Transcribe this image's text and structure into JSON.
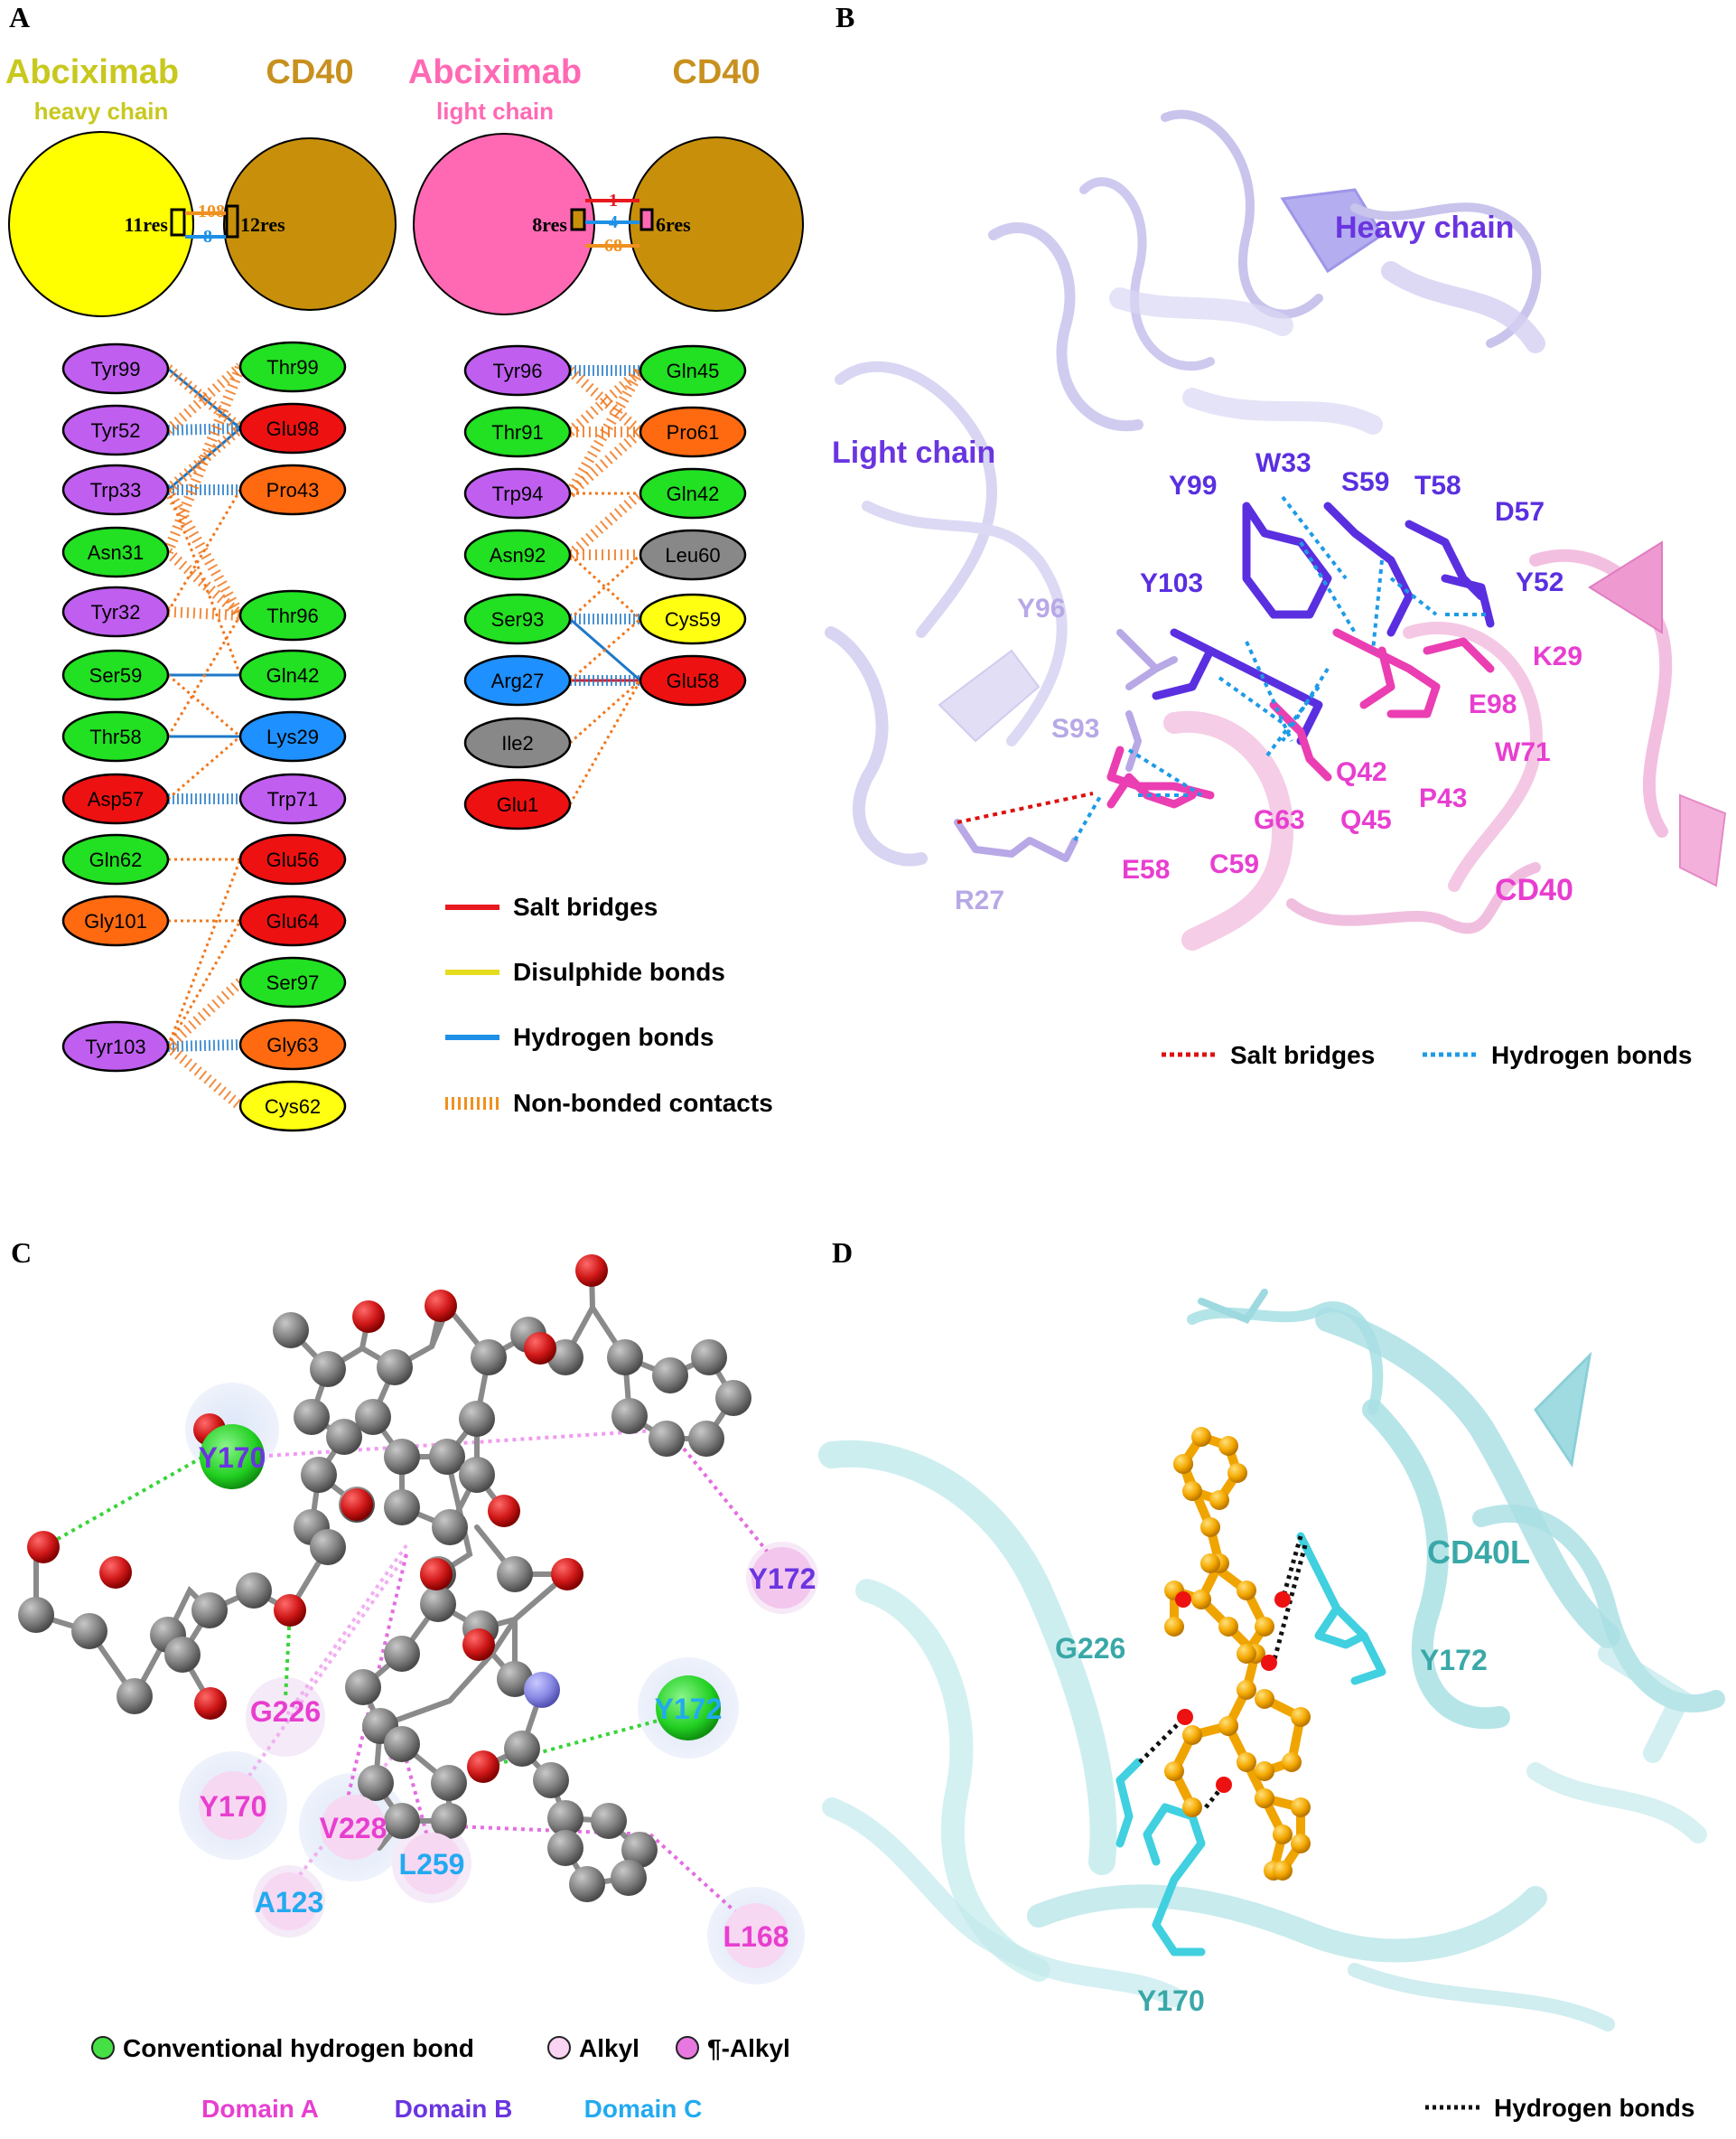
{
  "panels": {
    "A": {
      "label": "A",
      "left_group": {
        "title": "Abciximab",
        "subtitle": "heavy chain",
        "partner": "CD40",
        "left_res": "11res",
        "right_res": "12res",
        "counts": [
          "108",
          "8"
        ]
      },
      "right_group": {
        "title": "Abciximab",
        "subtitle": "light chain",
        "partner": "CD40",
        "left_res": "8res",
        "right_res": "6res",
        "counts": [
          "1",
          "4",
          "68"
        ]
      },
      "heavy_left": [
        {
          "name": "Tyr99",
          "color": "#c05ef0"
        },
        {
          "name": "Tyr52",
          "color": "#c05ef0"
        },
        {
          "name": "Trp33",
          "color": "#c05ef0"
        },
        {
          "name": "Asn31",
          "color": "#22e022"
        },
        {
          "name": "Tyr32",
          "color": "#c05ef0"
        },
        {
          "name": "Ser59",
          "color": "#22e022"
        },
        {
          "name": "Thr58",
          "color": "#22e022"
        },
        {
          "name": "Asp57",
          "color": "#ee1111"
        },
        {
          "name": "Gln62",
          "color": "#22e022"
        },
        {
          "name": "Gly101",
          "color": "#ff6a11"
        },
        {
          "name": "Tyr103",
          "color": "#c05ef0"
        }
      ],
      "heavy_right": [
        {
          "name": "Thr99",
          "color": "#22e022"
        },
        {
          "name": "Glu98",
          "color": "#ee1111"
        },
        {
          "name": "Pro43",
          "color": "#ff6a11"
        },
        {
          "name": "Thr96",
          "color": "#22e022"
        },
        {
          "name": "Gln42",
          "color": "#22e022"
        },
        {
          "name": "Lys29",
          "color": "#1e90ff"
        },
        {
          "name": "Trp71",
          "color": "#c05ef0"
        },
        {
          "name": "Glu56",
          "color": "#ee1111"
        },
        {
          "name": "Glu64",
          "color": "#ee1111"
        },
        {
          "name": "Ser97",
          "color": "#22e022"
        },
        {
          "name": "Gly63",
          "color": "#ff6a11"
        },
        {
          "name": "Cys62",
          "color": "#ffff11"
        }
      ],
      "light_left": [
        {
          "name": "Tyr96",
          "color": "#c05ef0"
        },
        {
          "name": "Thr91",
          "color": "#22e022"
        },
        {
          "name": "Trp94",
          "color": "#c05ef0"
        },
        {
          "name": "Asn92",
          "color": "#22e022"
        },
        {
          "name": "Ser93",
          "color": "#22e022"
        },
        {
          "name": "Arg27",
          "color": "#1e90ff"
        },
        {
          "name": "Ile2",
          "color": "#888888"
        },
        {
          "name": "Glu1",
          "color": "#ee1111"
        }
      ],
      "light_right": [
        {
          "name": "Gln45",
          "color": "#22e022"
        },
        {
          "name": "Pro61",
          "color": "#ff6a11"
        },
        {
          "name": "Gln42",
          "color": "#22e022"
        },
        {
          "name": "Leu60",
          "color": "#888888"
        },
        {
          "name": "Cys59",
          "color": "#ffff11"
        },
        {
          "name": "Glu58",
          "color": "#ee1111"
        }
      ],
      "legend": [
        {
          "label": "Salt bridges",
          "color": "#e8191e",
          "style": "solid"
        },
        {
          "label": "Disulphide bonds",
          "color": "#e6dc1e",
          "style": "solid"
        },
        {
          "label": "Hydrogen bonds",
          "color": "#1e90e6",
          "style": "solid"
        },
        {
          "label": "Non-bonded contacts",
          "color": "#f0901e",
          "style": "hatched"
        }
      ]
    },
    "B": {
      "label": "B",
      "heavy_chain": "Heavy chain",
      "light_chain": "Light chain",
      "cd40": "CD40",
      "heavy_residues": [
        "W33",
        "Y99",
        "S59",
        "T58",
        "D57",
        "Y103",
        "Y52"
      ],
      "light_residues": [
        "Y96",
        "S93",
        "R27"
      ],
      "cd40_residues": [
        "K29",
        "E98",
        "W71",
        "Q42",
        "P43",
        "G63",
        "Q45",
        "E58",
        "C59"
      ],
      "legend": [
        {
          "label": "Salt bridges",
          "color": "#dd1111"
        },
        {
          "label": "Hydrogen bonds",
          "color": "#1e9be6"
        }
      ]
    },
    "C": {
      "label": "C",
      "residues": [
        {
          "name": "Y170",
          "kind": "hbond",
          "domain": "B"
        },
        {
          "name": "Y172",
          "kind": "pi-alkyl",
          "domain": "B"
        },
        {
          "name": "G226",
          "kind": "hbond",
          "domain": "A"
        },
        {
          "name": "Y172",
          "kind": "hbond",
          "domain": "C"
        },
        {
          "name": "Y170",
          "kind": "alkyl",
          "domain": "A"
        },
        {
          "name": "V228",
          "kind": "alkyl",
          "domain": "A"
        },
        {
          "name": "L259",
          "kind": "alkyl",
          "domain": "C"
        },
        {
          "name": "A123",
          "kind": "alkyl",
          "domain": "C"
        },
        {
          "name": "L168",
          "kind": "alkyl",
          "domain": "A"
        }
      ],
      "legend": {
        "hbond": "Conventional hydrogen bond",
        "alkyl": "Alkyl",
        "pialkyl": "¶-Alkyl"
      },
      "domains": [
        {
          "label": "Domain A",
          "color": "#e83ed0"
        },
        {
          "label": "Domain B",
          "color": "#6a35e0"
        },
        {
          "label": "Domain C",
          "color": "#22aaf0"
        }
      ]
    },
    "D": {
      "label": "D",
      "protein": "CD40L",
      "residues": [
        "G226",
        "Y172",
        "Y170"
      ],
      "legend": "Hydrogen bonds"
    }
  }
}
